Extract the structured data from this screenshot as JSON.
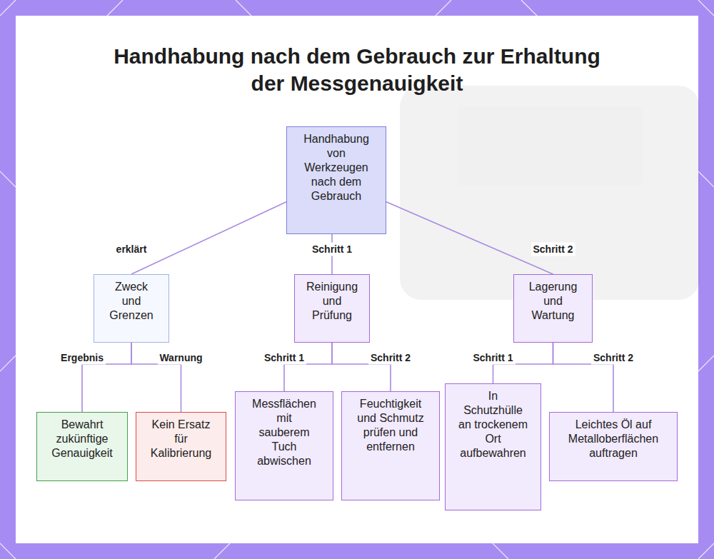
{
  "diagram": {
    "title": "Handhabung nach dem Gebrauch zur Erhaltung der Messgenauigkeit",
    "nodes": [
      {
        "text": [
          "Handhabung von Werkzeugen nach dem Gebrauch"
        ]
      },
      {
        "text": [
          "Zweck und Grenzen"
        ]
      },
      {
        "text": [
          "Reinigung und Prüfung"
        ]
      },
      {
        "text": [
          "Lagerung und Wartung"
        ]
      },
      {
        "text": [
          "Bewahrt zukünftige Genauigkeit"
        ]
      },
      {
        "text": [
          "Kein Ersatz für Kalibrierung"
        ]
      },
      {
        "text": [
          "Messflächen mit sauberem Tuch abwischen"
        ]
      },
      {
        "text": [
          "Feuchtigkeit und Schmutz prüfen und entfernen"
        ]
      },
      {
        "text": [
          "In Schutzhülle an trockenem Ort aufbewahren"
        ]
      },
      {
        "text": [
          "Leichtes Öl auf Metalloberflächen auftragen"
        ]
      }
    ],
    "edges": [
      {
        "from": 0,
        "to": 1,
        "label": "erklärt",
        "arrow": "none"
      },
      {
        "from": 0,
        "to": 2,
        "label": "Schritt 1",
        "arrow": "none"
      },
      {
        "from": 0,
        "to": 3,
        "label": "Schritt 2",
        "arrow": "none"
      },
      {
        "from": 1,
        "to": 4,
        "label": "Ergebnis",
        "arrow": "none"
      },
      {
        "from": 1,
        "to": 5,
        "label": "Warnung",
        "arrow": "none"
      },
      {
        "from": 2,
        "to": 6,
        "label": "Schritt 1",
        "arrow": "none"
      },
      {
        "from": 2,
        "to": 7,
        "label": "Schritt 2",
        "arrow": "none"
      },
      {
        "from": 3,
        "to": 8,
        "label": "Schritt 1",
        "arrow": "none"
      },
      {
        "from": 3,
        "to": 9,
        "label": "Schritt 2",
        "arrow": "none"
      }
    ]
  }
}
